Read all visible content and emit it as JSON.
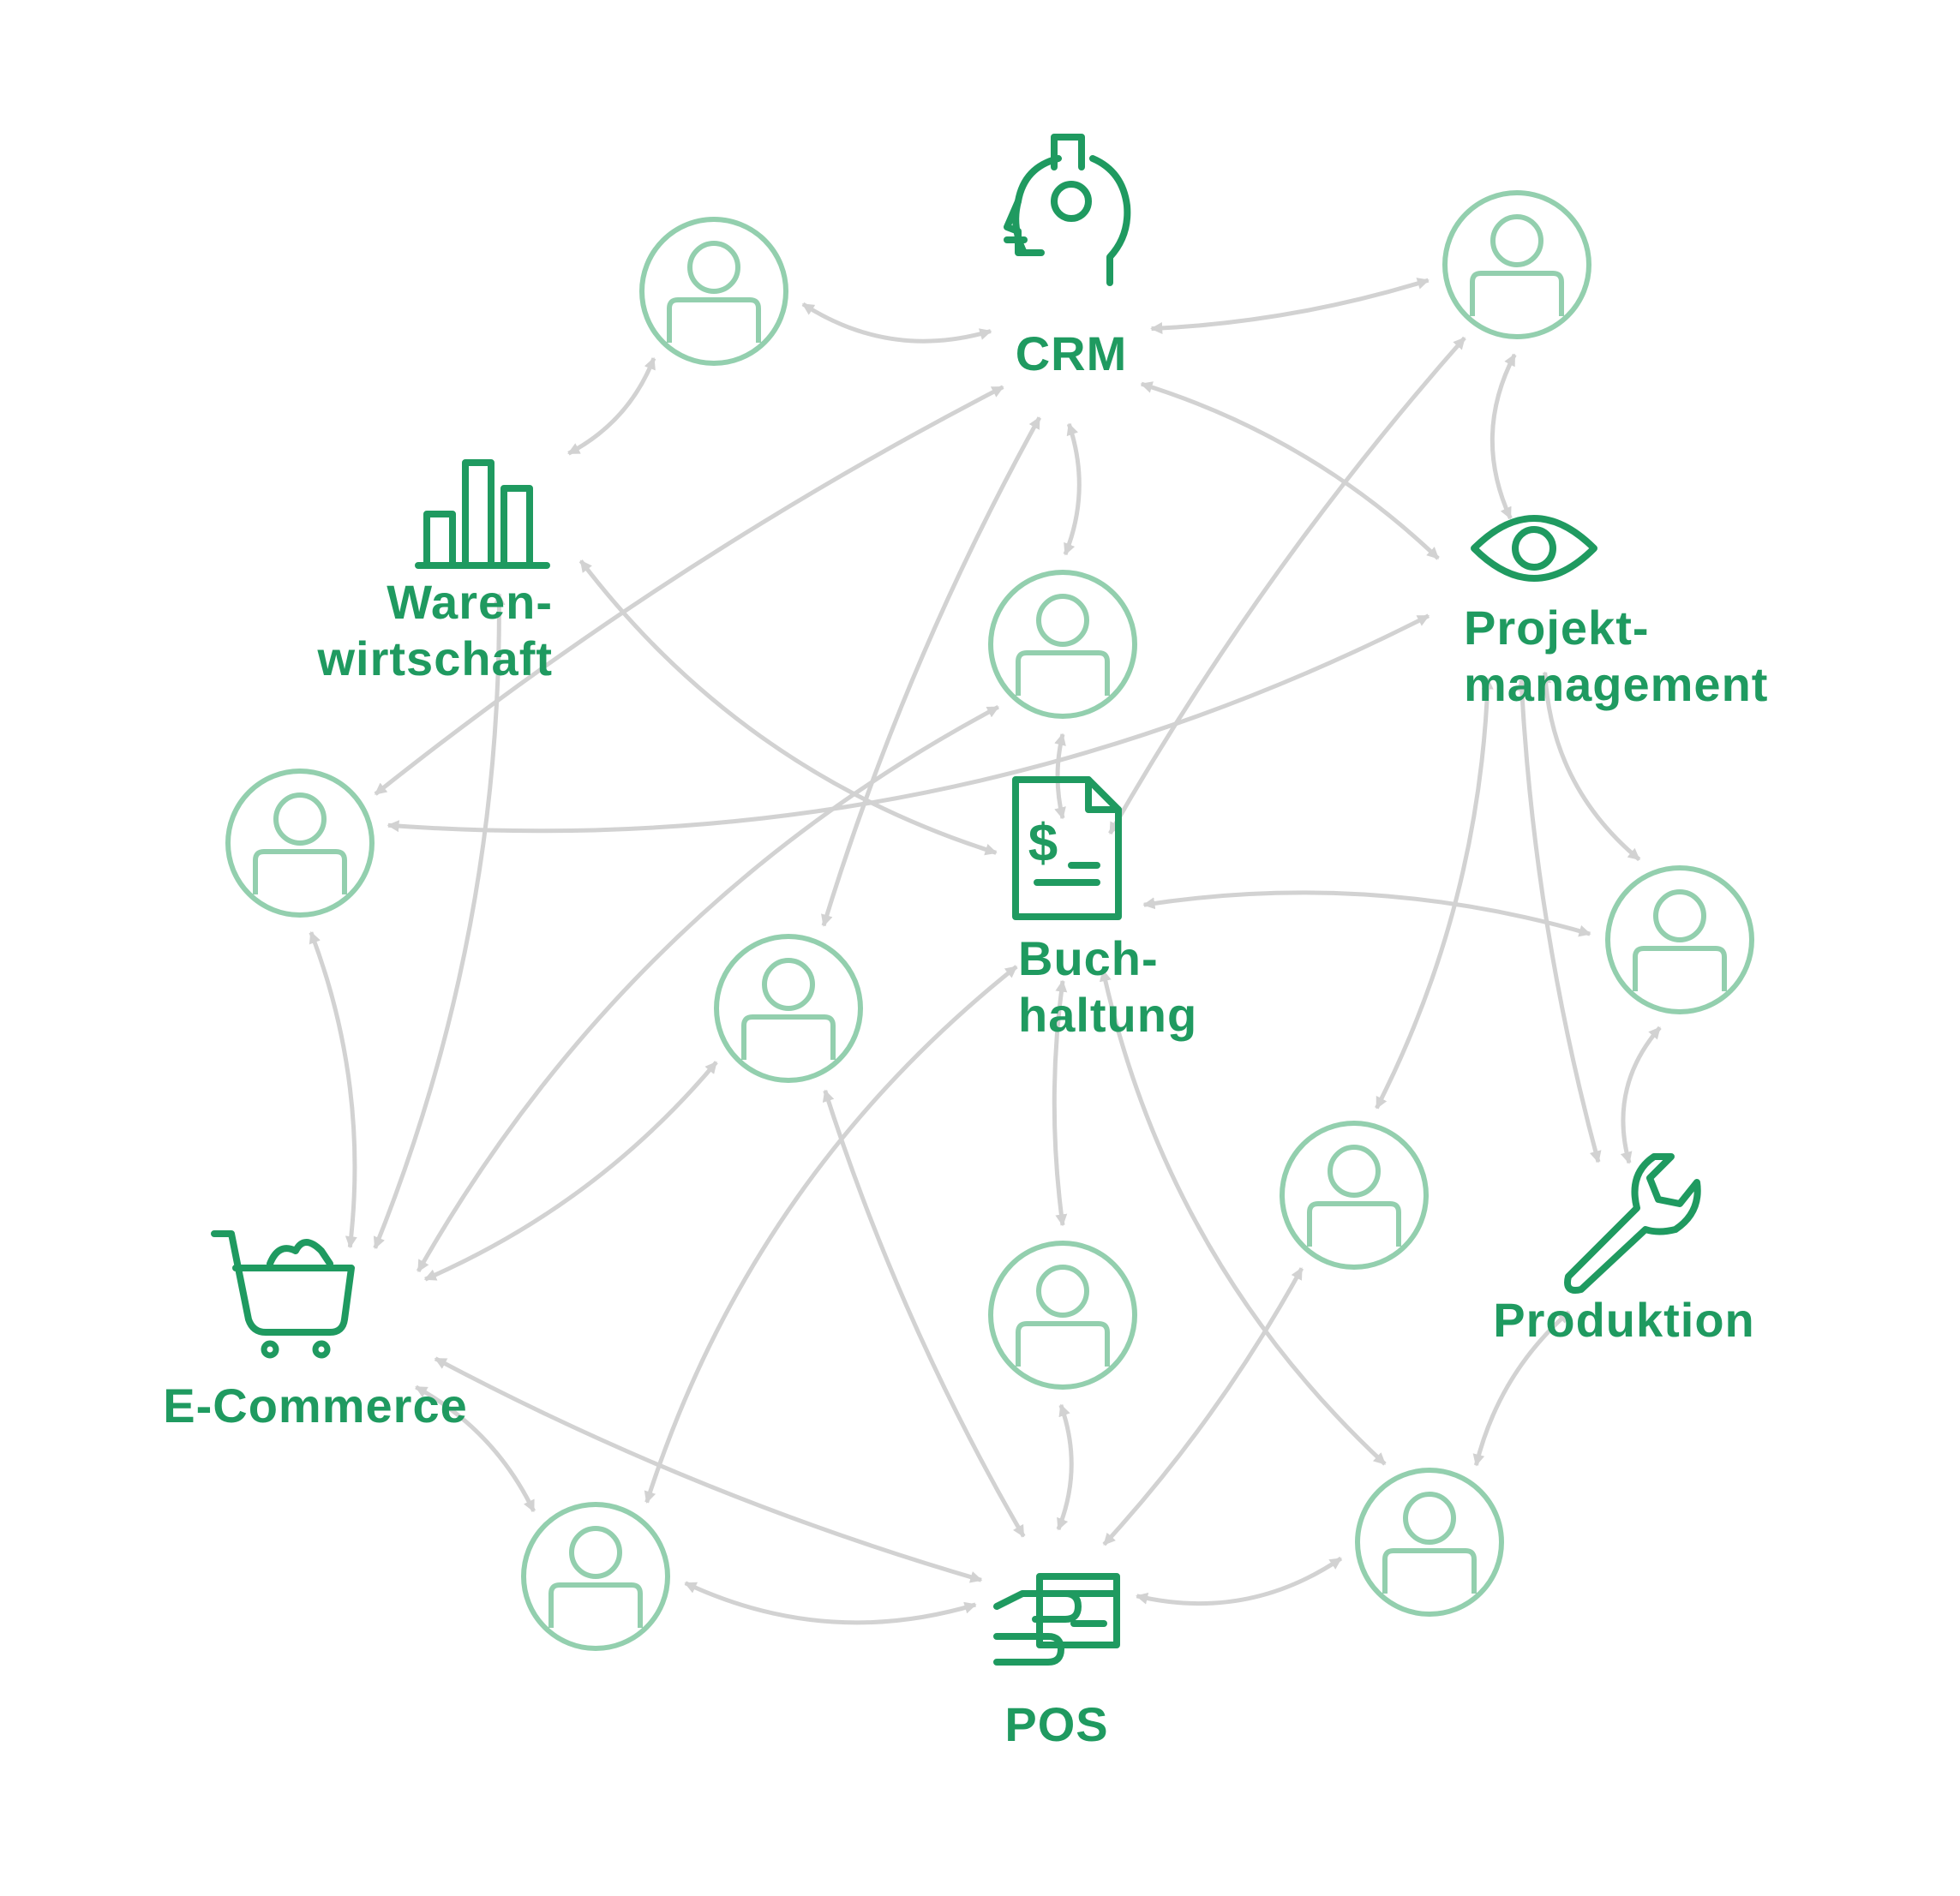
{
  "colors": {
    "system_green": "#1f9a60",
    "person_green": "#93cfae",
    "arrow_gray": "#d2d2d2",
    "background": "#ffffff"
  },
  "systems": [
    {
      "id": "crm",
      "label_lines": [
        "CRM"
      ],
      "icon": "headset-agent-icon"
    },
    {
      "id": "warenwirtschaft",
      "label_lines": [
        "Waren-",
        "wirtschaft"
      ],
      "icon": "bar-chart-icon"
    },
    {
      "id": "projektmanagement",
      "label_lines": [
        "Projekt-",
        "management"
      ],
      "icon": "eye-icon"
    },
    {
      "id": "buchhaltung",
      "label_lines": [
        "Buch-",
        "haltung"
      ],
      "icon": "invoice-dollar-icon"
    },
    {
      "id": "produktion",
      "label_lines": [
        "Produktion"
      ],
      "icon": "wrench-icon"
    },
    {
      "id": "ecommerce",
      "label_lines": [
        "E-Commerce"
      ],
      "icon": "shopping-cart-icon"
    },
    {
      "id": "pos",
      "label_lines": [
        "POS"
      ],
      "icon": "payment-card-hand-icon"
    }
  ],
  "people": [
    {
      "id": "p1",
      "icon": "person-icon"
    },
    {
      "id": "p2",
      "icon": "person-icon"
    },
    {
      "id": "p3",
      "icon": "person-icon"
    },
    {
      "id": "p4",
      "icon": "person-icon"
    },
    {
      "id": "p5",
      "icon": "person-icon"
    },
    {
      "id": "p6",
      "icon": "person-icon"
    },
    {
      "id": "p7",
      "icon": "person-icon"
    },
    {
      "id": "p8",
      "icon": "person-icon"
    },
    {
      "id": "p9",
      "icon": "person-icon"
    },
    {
      "id": "p10",
      "icon": "person-icon"
    },
    {
      "id": "p11",
      "icon": "person-icon"
    }
  ],
  "connections": [
    [
      "p1",
      "crm"
    ],
    [
      "p1",
      "warenwirtschaft"
    ],
    [
      "crm",
      "p2"
    ],
    [
      "p2",
      "projektmanagement"
    ],
    [
      "crm",
      "projektmanagement"
    ],
    [
      "crm",
      "p3"
    ],
    [
      "p3",
      "projektmanagement"
    ],
    [
      "crm",
      "p4"
    ],
    [
      "crm",
      "p6"
    ],
    [
      "warenwirtschaft",
      "buchhaltung"
    ],
    [
      "warenwirtschaft",
      "ecommerce"
    ],
    [
      "p4",
      "buchhaltung"
    ],
    [
      "p4",
      "ecommerce"
    ],
    [
      "p3",
      "ecommerce"
    ],
    [
      "p2",
      "buchhaltung"
    ],
    [
      "projektmanagement",
      "p7"
    ],
    [
      "buchhaltung",
      "p7"
    ],
    [
      "projektmanagement",
      "produktion"
    ],
    [
      "p7",
      "produktion"
    ],
    [
      "projektmanagement",
      "p8"
    ],
    [
      "buchhaltung",
      "p9"
    ],
    [
      "buchhaltung",
      "p11"
    ],
    [
      "p6",
      "ecommerce"
    ],
    [
      "p6",
      "pos"
    ],
    [
      "buchhaltung",
      "p10"
    ],
    [
      "ecommerce",
      "p10"
    ],
    [
      "ecommerce",
      "pos"
    ],
    [
      "p10",
      "pos"
    ],
    [
      "p9",
      "pos"
    ],
    [
      "pos",
      "p8"
    ],
    [
      "pos",
      "p11"
    ],
    [
      "p11",
      "produktion"
    ]
  ]
}
